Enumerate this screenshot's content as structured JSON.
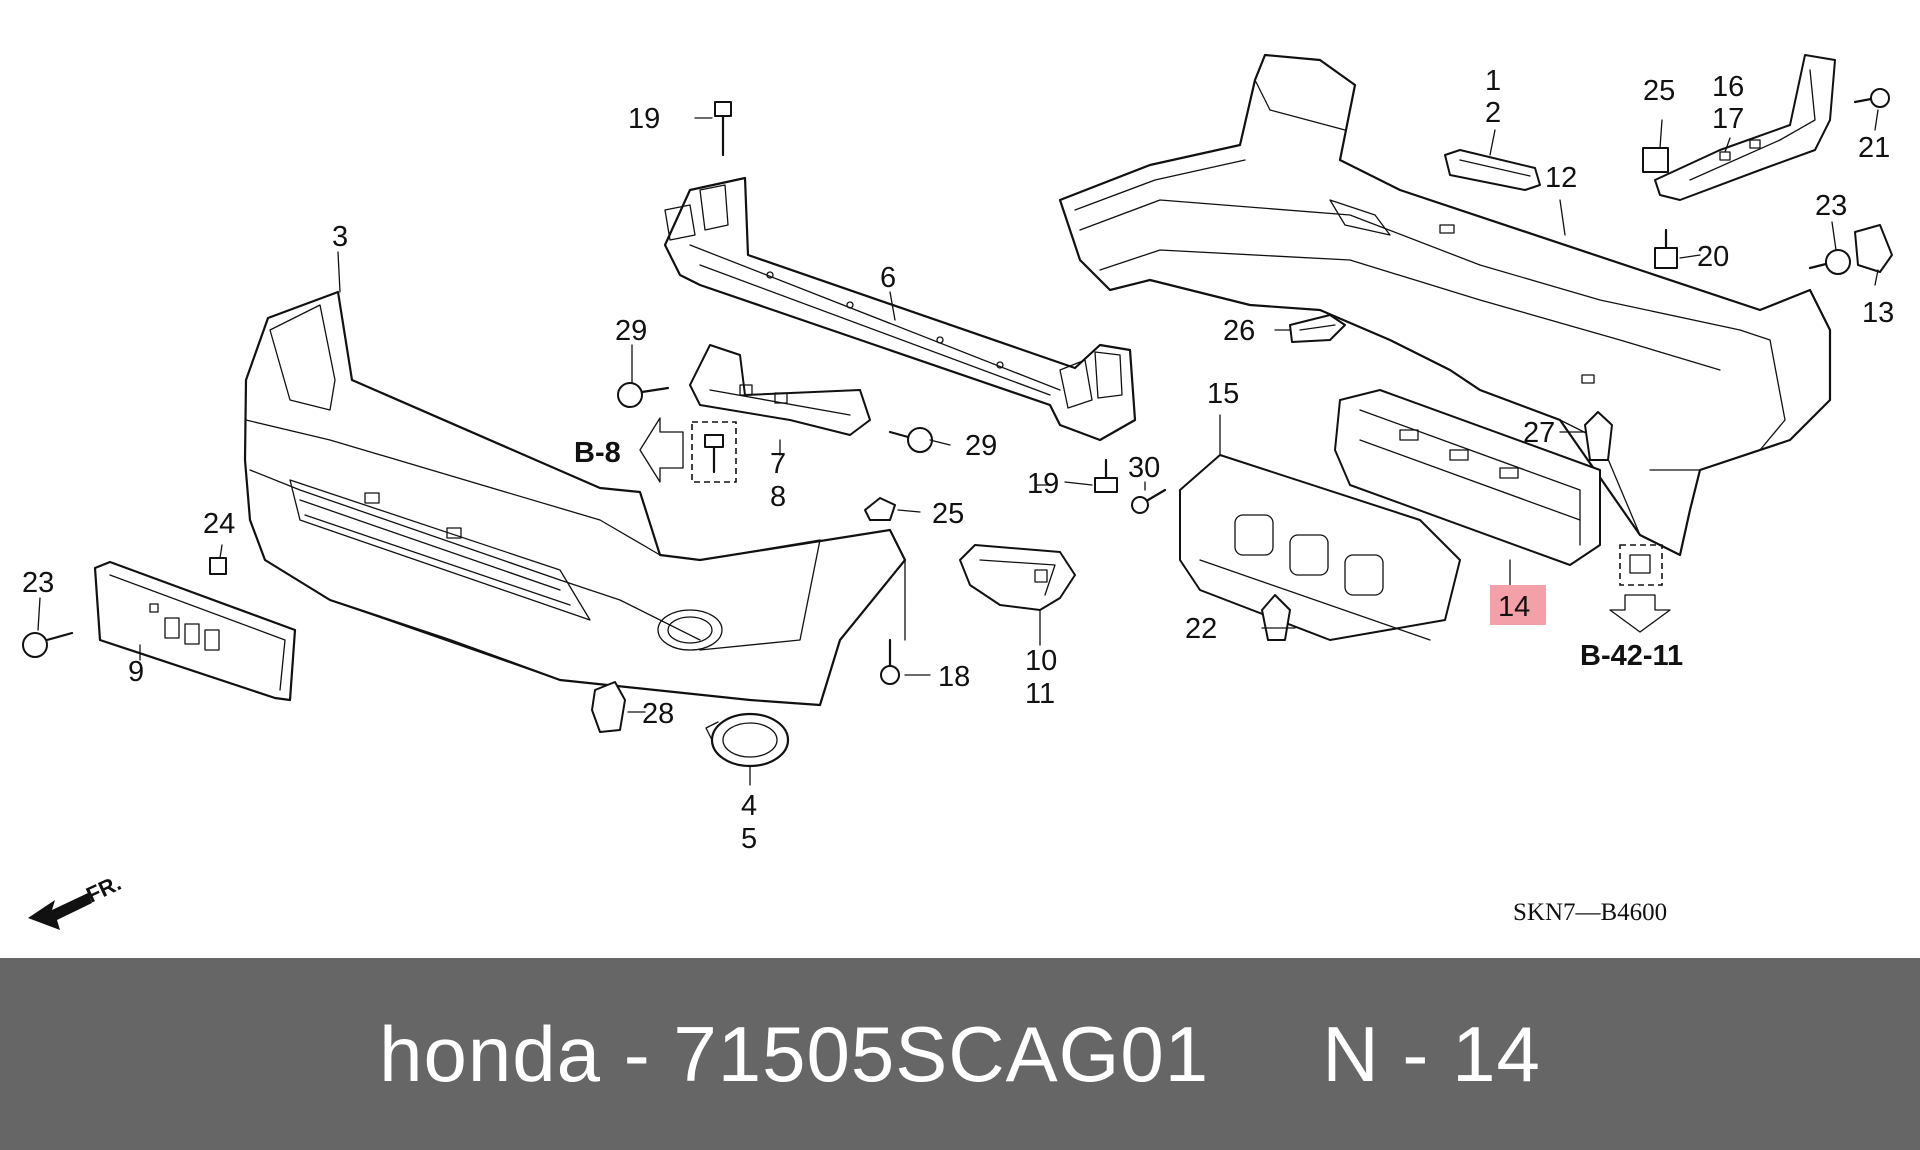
{
  "diagram": {
    "labels": {
      "p1": "1",
      "p2": "2",
      "p3": "3",
      "p4": "4",
      "p5": "5",
      "p6": "6",
      "p7": "7",
      "p8": "8",
      "p9": "9",
      "p10": "10",
      "p11": "11",
      "p12": "12",
      "p13": "13",
      "p14": "14",
      "p15": "15",
      "p16": "16",
      "p17": "17",
      "p18": "18",
      "p19a": "19",
      "p19b": "19",
      "p20": "20",
      "p21": "21",
      "p22": "22",
      "p23a": "23",
      "p23b": "23",
      "p24": "24",
      "p25a": "25",
      "p25b": "25",
      "p26": "26",
      "p27": "27",
      "p28": "28",
      "p29a": "29",
      "p29b": "29",
      "p30": "30"
    },
    "refs": {
      "b8": "B-8",
      "b4211": "B-42-11"
    },
    "diagram_code": "SKN7—B4600",
    "front_marker": "FR.",
    "highlight_color": "#f4a0a8"
  },
  "footer": {
    "text": "honda - 71505SCAG01     N - 14"
  }
}
